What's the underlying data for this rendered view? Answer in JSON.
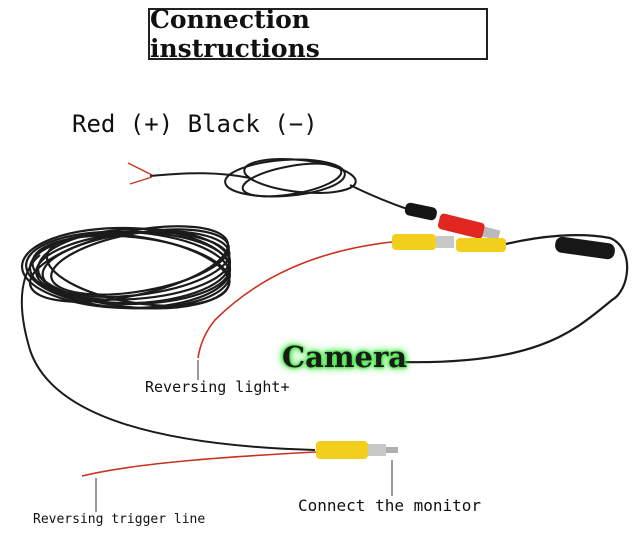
{
  "title": "Connection instructions",
  "polarity_label": "Red (+) Black (−)",
  "labels": {
    "reversing_light": "Reversing light+",
    "camera": "Camera",
    "connect_monitor": "Connect the monitor",
    "reversing_trigger": "Reversing trigger line"
  },
  "colors": {
    "cable": "#1b1b1b",
    "red_wire": "#c8321e",
    "rca_yellow": "#f2cf1c",
    "rca_red": "#e0261e",
    "camera_glow": "#37e03a"
  }
}
